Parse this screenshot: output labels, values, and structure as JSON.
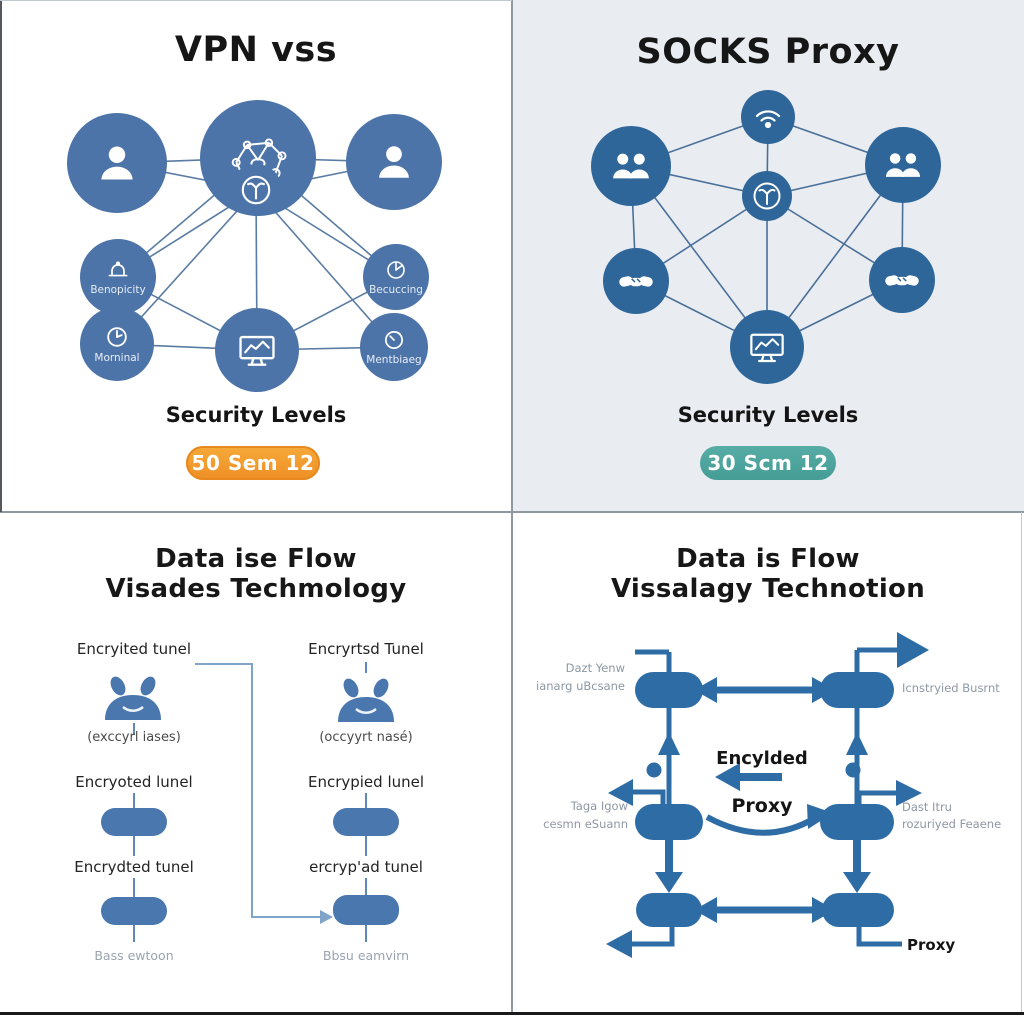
{
  "vpn": {
    "title": "VPN vss",
    "security_heading": "Security Levels",
    "badge": "50 Sem 12",
    "labels": {
      "ml": "Benopicity",
      "ll": "Morninal",
      "mr": "Becuccing",
      "lr": "Mentbiaeg"
    }
  },
  "socks": {
    "title": "SOCKS Proxy",
    "security_heading": "Security Levels",
    "badge": "30 Scm 12"
  },
  "flow_vpn": {
    "title1": "Data ise Flow",
    "title2": "Visades Techmology",
    "left": {
      "top": "Encryited tunel",
      "caption": "(exccyrl iases)",
      "mid": "Encryoted lunel",
      "lower": "Encrydted tunel",
      "footer": "Bass ewtoon"
    },
    "right": {
      "top": "Encryrtsd Tunel",
      "caption": "(occyyrt nasé)",
      "mid": "Encrypied lunel",
      "lower": "ercryp'ad tunel",
      "footer": "Bbsu eamvirn"
    }
  },
  "flow_socks": {
    "title1": "Data is Flow",
    "title2": "Vissalagy Technotion",
    "tl1": "Dazt Yenw",
    "tl2": "ianarg uBcsane",
    "tr": "Icnstryied Busrnt",
    "ml1": "Taga Igow",
    "ml2": "cesmn eSuann",
    "mr1": "Dast Itru",
    "mr2": "rozuriyed Feaene",
    "center1": "Encylded",
    "center2": "Proxy",
    "proxy_out": "Proxy"
  },
  "colors": {
    "node_blue": "#4d74a8",
    "node_blue_dark": "#2f6699",
    "accent_orange": "#f29a2e",
    "accent_teal": "#4ba8a0",
    "flow_blue": "#2e6ca6",
    "panel_bg": "#e9edf2",
    "mesh_line": "#5a7ca3"
  }
}
